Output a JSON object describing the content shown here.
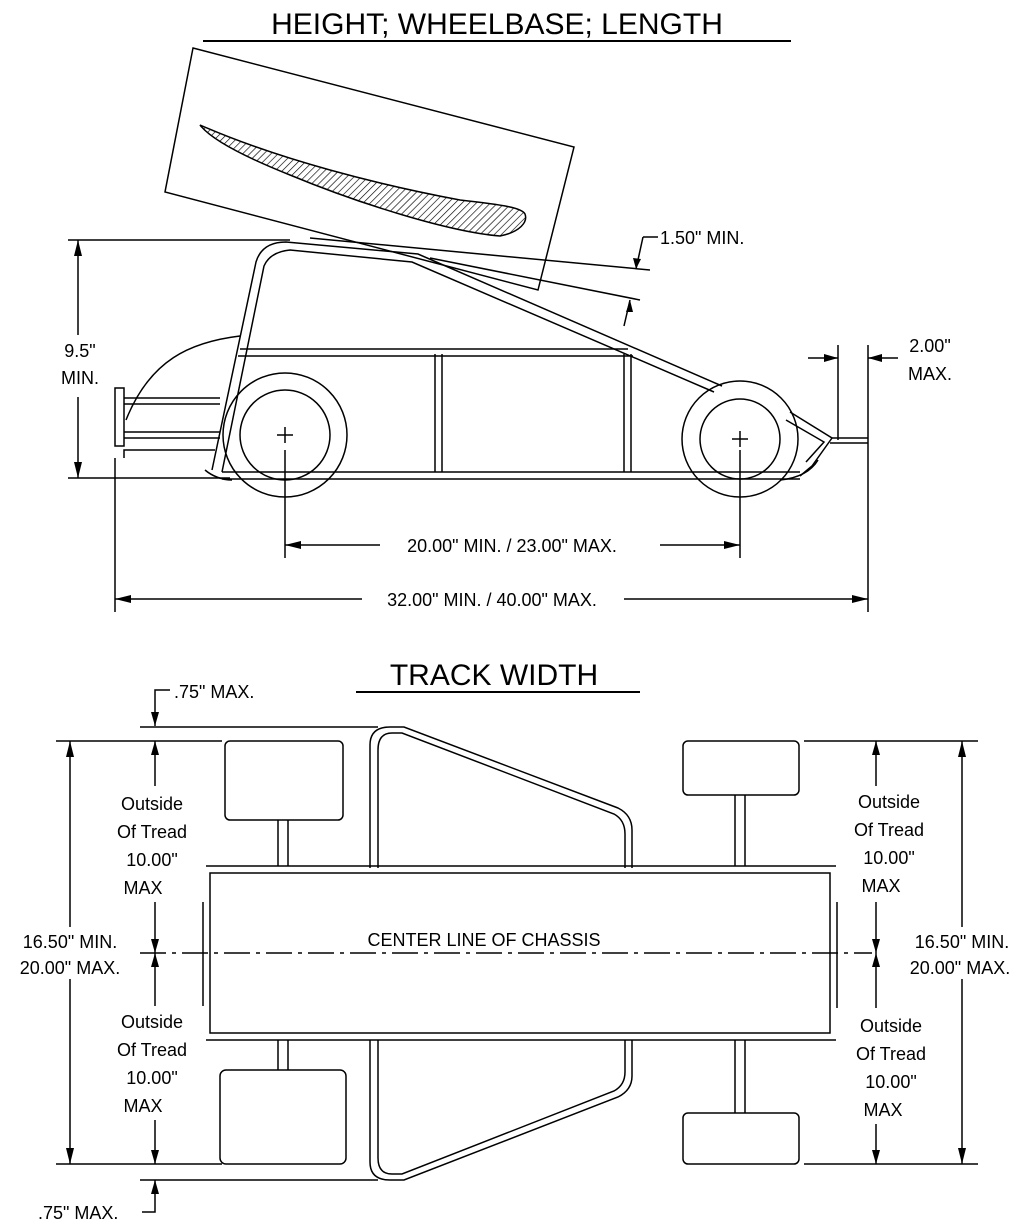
{
  "titles": {
    "side_view": "HEIGHT;  WHEELBASE;  LENGTH",
    "top_view": "TRACK WIDTH"
  },
  "side_view": {
    "wing_clearance": "1.50\" MIN.",
    "height_line1": "9.5\"",
    "height_line2": "MIN.",
    "overhang_line1": "2.00\"",
    "overhang_line2": "MAX.",
    "wheelbase": "20.00\" MIN. / 23.00\" MAX.",
    "length": "32.00\" MIN. / 40.00\" MAX."
  },
  "top_view": {
    "top_offset": ".75\" MAX.",
    "bottom_offset": ".75\" MAX.",
    "centerline": "CENTER LINE OF CHASSIS",
    "tread_line1": "Outside",
    "tread_line2": "Of Tread",
    "tread_line3": "10.00\"",
    "tread_line4": "MAX",
    "track_line1": "16.50\" MIN.",
    "track_line2": "20.00\" MAX."
  },
  "colors": {
    "ink": "#000000",
    "background": "#ffffff"
  }
}
